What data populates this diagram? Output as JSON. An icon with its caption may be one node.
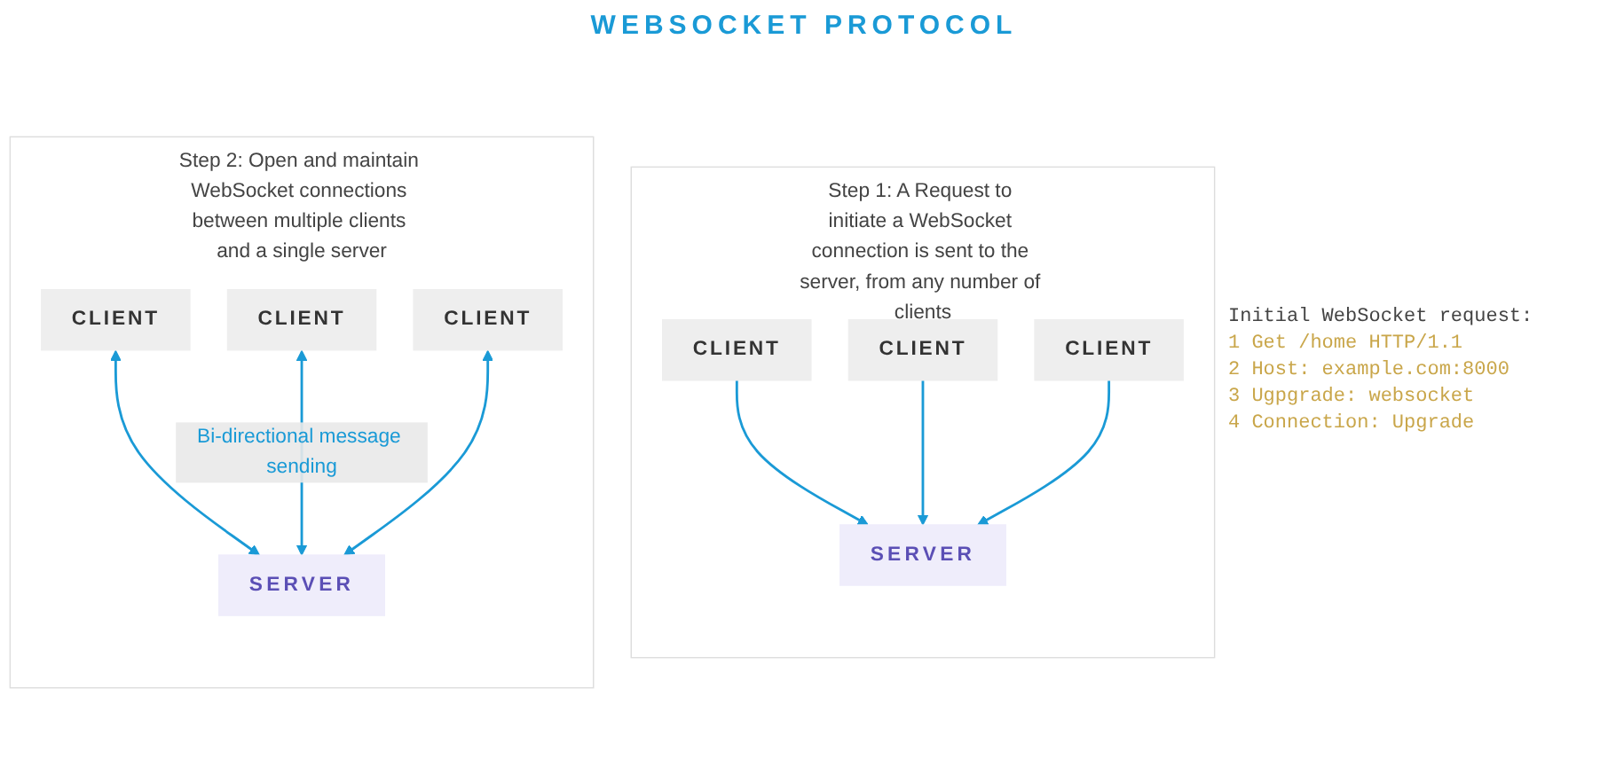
{
  "diagram": {
    "title": "WEBSOCKET PROTOCOL",
    "nodes": [
      {
        "text": [
          "Step 1: A Request to initiate a WebSocket connection is sent to the server, from any number of clients"
        ]
      },
      {
        "text": [
          "CLIENT"
        ],
        "in": 0
      },
      {
        "text": [
          "CLIENT"
        ],
        "in": 0
      },
      {
        "text": [
          "CLIENT"
        ],
        "in": 0
      },
      {
        "text": [
          "SERVER"
        ],
        "in": 0
      },
      {
        "text": [
          "Step 2: Open and maintain WebSocket connections between multiple clients and a single server"
        ]
      },
      {
        "text": [
          "CLIENT"
        ],
        "in": 5
      },
      {
        "text": [
          "CLIENT"
        ],
        "in": 5
      },
      {
        "text": [
          "CLIENT"
        ],
        "in": 5
      },
      {
        "text": [
          "SERVER"
        ],
        "in": 5
      }
    ],
    "edges": [
      {
        "from": 1,
        "to": 4,
        "arrow": "to"
      },
      {
        "from": 2,
        "to": 4,
        "arrow": "to"
      },
      {
        "from": 3,
        "to": 4,
        "arrow": "to"
      },
      {
        "from": 6,
        "to": 9,
        "arrow": "both"
      },
      {
        "from": 7,
        "to": 9,
        "arrow": "both",
        "label": "Bi-directional message sending"
      },
      {
        "from": 8,
        "to": 9,
        "arrow": "both"
      }
    ],
    "labels": [
      "Initial WebSocket request:",
      "1 Get /home HTTP/1.1",
      "2 Host: example.com:8000",
      "3 Ugpgrade: websocket",
      "4 Connection: Upgrade"
    ]
  }
}
